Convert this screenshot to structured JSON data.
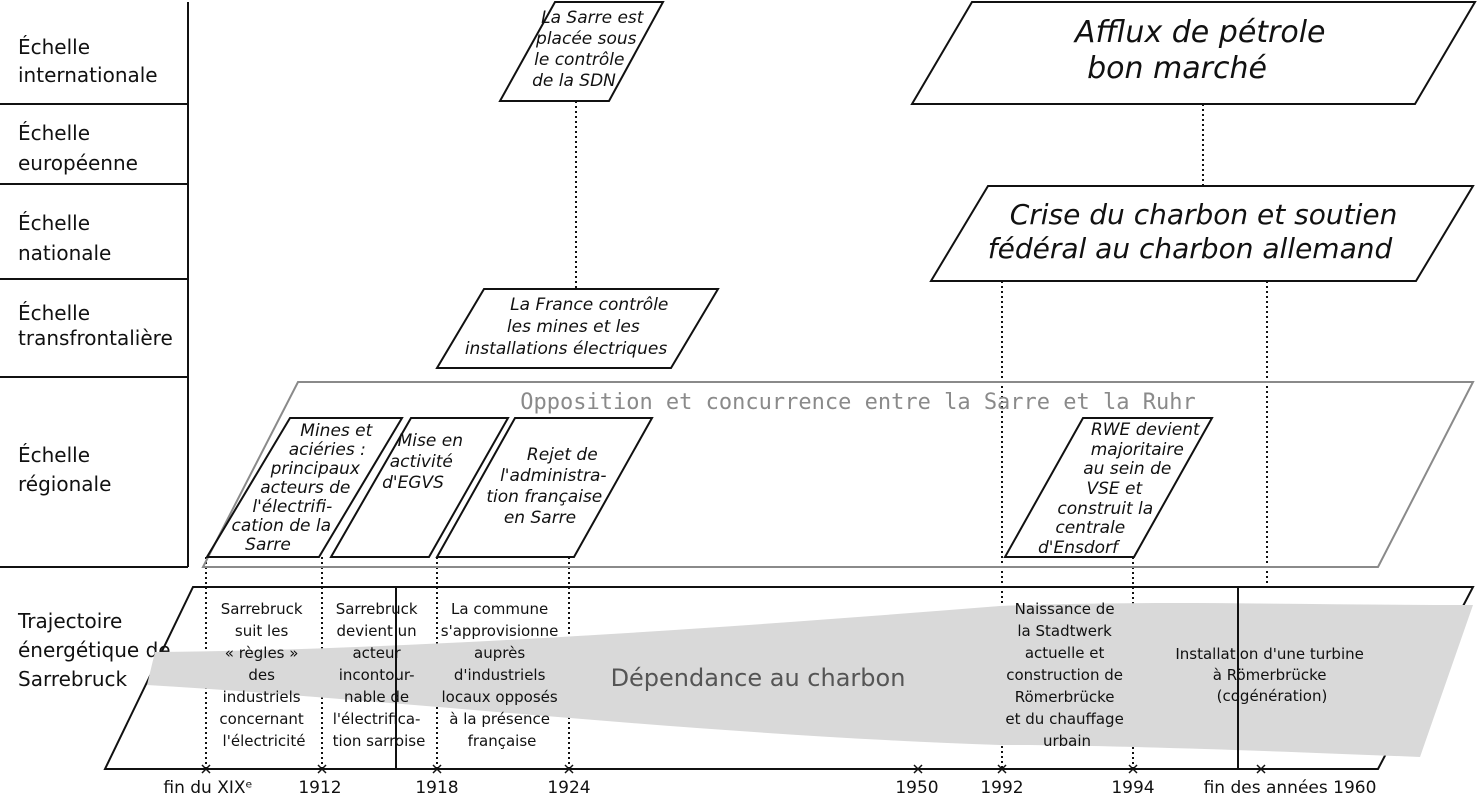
{
  "scales": [
    [
      "Échelle",
      "internationale"
    ],
    [
      "Échelle",
      "européenne"
    ],
    [
      "Échelle",
      "nationale"
    ],
    [
      "Échelle",
      "transfrontalière"
    ],
    [
      "Échelle",
      "régionale"
    ],
    [
      "Trajectoire",
      "énergétique de",
      "Sarrebruck"
    ]
  ],
  "events": {
    "sdn": [
      "La Sarre est",
      "placée sous",
      "le contrôle",
      "de la SDN"
    ],
    "petrole": [
      "Afflux de pétrole",
      "bon marché"
    ],
    "crise": [
      "Crise du charbon et soutien",
      "fédéral au charbon allemand"
    ],
    "france": [
      "La France contrôle",
      "les mines et les",
      "installations électriques"
    ],
    "opposition": "Opposition et concurrence entre la Sarre et la Ruhr",
    "mines": [
      "Mines et",
      "aciéries :",
      "principaux",
      "acteurs de",
      "l'électrifi-",
      "cation de la",
      "Sarre"
    ],
    "egvs": [
      "Mise en",
      "activité",
      "d'EGVS"
    ],
    "rejet": [
      "Rejet de",
      "l'administra-",
      "tion française",
      "en Sarre"
    ],
    "rwe": [
      "RWE devient",
      "majoritaire",
      "au sein de",
      "VSE et",
      "construit la",
      "centrale",
      "d'Ensdorf"
    ]
  },
  "trajectory": {
    "col1": [
      "Sarrebruck",
      "suit les",
      "« règles »",
      "des",
      "industriels",
      "concernant",
      "l'électricité"
    ],
    "col2": [
      "Sarrebruck",
      "devient un",
      "acteur",
      "incontour-",
      "nable de",
      "l'électrifica-",
      "tion sarroise"
    ],
    "col3": [
      "La commune",
      "s'approvisionne",
      "auprès",
      "d'industriels",
      "locaux opposés",
      "à la présence",
      "française"
    ],
    "coal": "Dépendance au charbon",
    "col4": [
      "Naissance de",
      "la Stadtwerk",
      "actuelle et",
      "construction de",
      "Römerbrücke",
      "et du chauffage",
      "urbain"
    ],
    "col5": [
      "Installation d'une turbine",
      "à Römerbrücke",
      "(cogénération)"
    ]
  },
  "timeline": [
    "fin du XIXᵉ",
    "1912",
    "1918",
    "1924",
    "1950",
    "1992",
    "1994",
    "fin des années 1960"
  ]
}
